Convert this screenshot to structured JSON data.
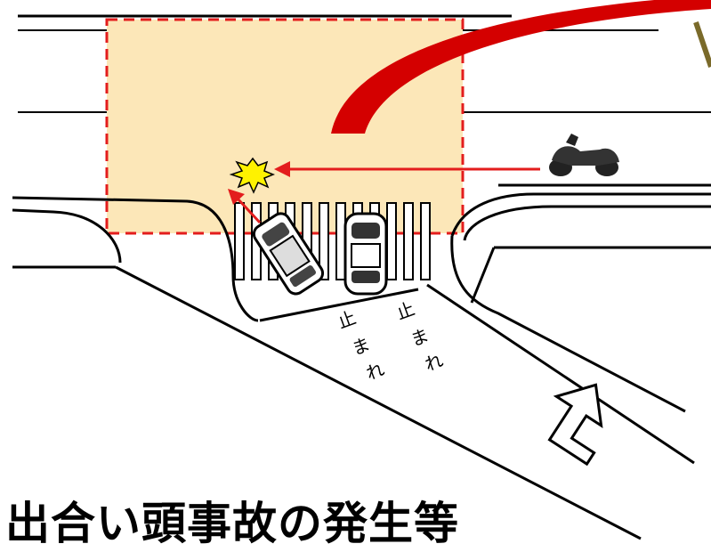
{
  "caption": "出合い頭事故の発生等",
  "road_markings": {
    "stop_text_1": [
      "止",
      "ま",
      "れ"
    ],
    "stop_text_2": [
      "止",
      "ま",
      "れ"
    ]
  },
  "colors": {
    "danger_zone_fill": "#fce7b8",
    "danger_zone_border": "#e31d1d",
    "path_arrow": "#d40000",
    "collision_burst": "#fff200"
  },
  "icons": [
    "motorcycle-icon",
    "collision-burst-icon",
    "direction-arrow-icon"
  ]
}
